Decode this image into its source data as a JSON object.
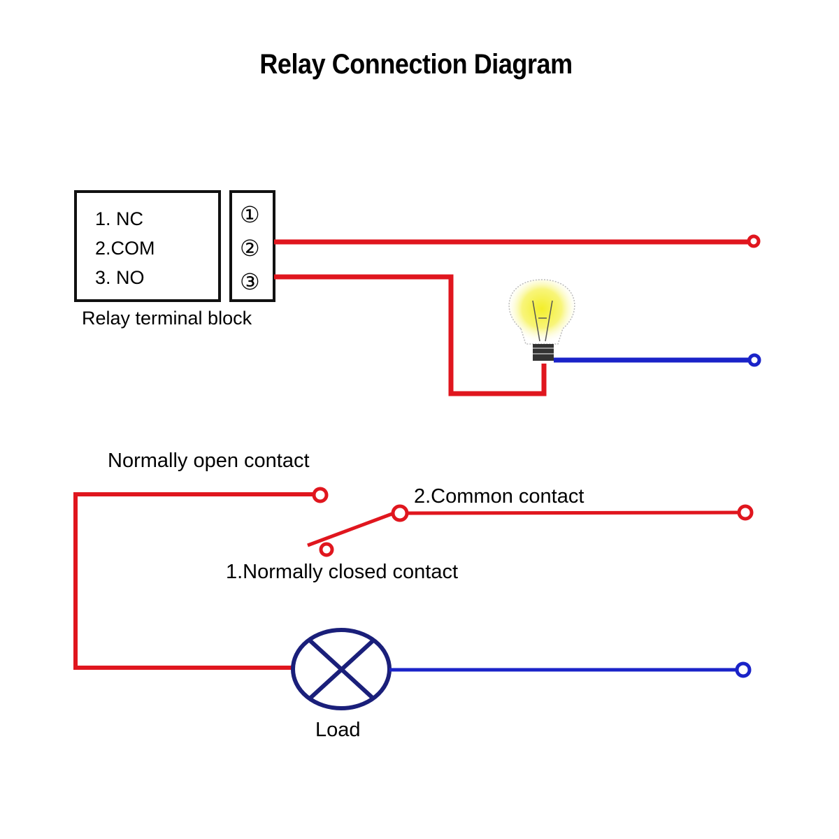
{
  "title": "Relay Connection Diagram",
  "terminal_block": {
    "caption": "Relay terminal block",
    "items": [
      "1. NC",
      "2.COM",
      "3. NO"
    ],
    "terminal_numbers": [
      "①",
      "②",
      "③"
    ]
  },
  "schematic": {
    "normally_open": "Normally open contact",
    "common": "2.Common contact",
    "normally_closed": "1.Normally closed contact",
    "load": "Load"
  },
  "colors": {
    "live_wire": "#e0161e",
    "neutral_wire": "#1a23c8",
    "load_symbol": "#1a1f7a",
    "bulb_glow": "#f5f04a"
  }
}
